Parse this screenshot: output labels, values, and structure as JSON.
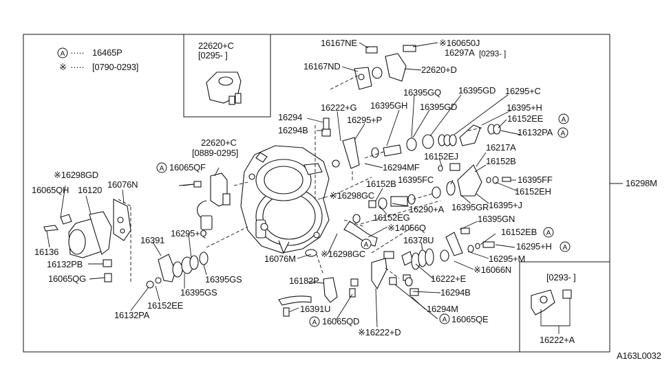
{
  "legend": {
    "a_symbol": "A",
    "a_text": "16465P",
    "star_symbol": "※",
    "star_text": "[0790-0293]"
  },
  "inset_top": {
    "part": "22620+C",
    "range": "[0295-   ]"
  },
  "inset_bottom": {
    "range": "[0293-   ]",
    "part": "16222+A"
  },
  "frame_label": "16298M",
  "figure_id": "A163L0032",
  "callouts": {
    "c01": "16167NE",
    "c02": "※160650J",
    "c03": "16297A",
    "c03r": "[0293-   ]",
    "c04": "16167ND",
    "c05": "22620+D",
    "c06": "16395GQ",
    "c07": "16395GD",
    "c08": "16295+C",
    "c09": "16222+G",
    "c10": "16395GH",
    "c11": "16395GD",
    "c12": "16395+H",
    "c13": "16294",
    "c14": "16295+P",
    "c15": "16152EE",
    "c16": "16294B",
    "c17": "16132PA",
    "c18": "22620+C",
    "c19": "[0889-0295]",
    "c20": "16217A",
    "c21": "16152EJ",
    "c22": "16152B",
    "c23": "16065QF",
    "c24": "16294MF",
    "c25": "16395FF",
    "c26": "※16298GD",
    "c27": "16395FC",
    "c28": "16152EH",
    "c29": "16065QH",
    "c30": "16120",
    "c31": "16076N",
    "c32": "16152B",
    "c33": "16298M",
    "c34": "※16298GC",
    "c35": "16290+A",
    "c36": "16395GR",
    "c37": "16395+J",
    "c38": "16152EG",
    "c39": "16395GN",
    "c40": "※14056Q",
    "c41": "16152EB",
    "c42": "16295+Q",
    "c43": "16391",
    "c44": "16136",
    "c45": "16378U",
    "c46": "16295+H",
    "c47": "16076M",
    "c48": "※16298GC",
    "c49": "16295+M",
    "c50": "16132PB",
    "c51": "※16066N",
    "c52": "16395GS",
    "c53": "16065QG",
    "c54": "16182P",
    "c55": "16222+E",
    "c56": "16395GS",
    "c57": "16294B",
    "c58": "16152EE",
    "c59": "16132PA",
    "c60": "16391U",
    "c61": "16294M",
    "c62": "16065QD",
    "c63": "16065QE",
    "c64": "※16222+D"
  }
}
